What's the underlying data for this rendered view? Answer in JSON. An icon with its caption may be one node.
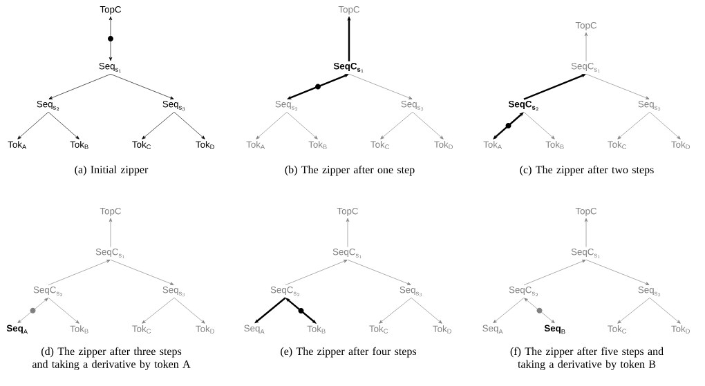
{
  "diagram": {
    "nodes": [
      {
        "text": [
          "\\text{TopC}"
        ]
      },
      {
        "text": [
          "\\text{Seq}_{\\text{s}_1}"
        ]
      },
      {
        "text": [
          "\\text{Seq}_{\\text{s}_2}"
        ]
      },
      {
        "text": [
          "\\text{Seq}_{\\text{s}_3}"
        ]
      },
      {
        "text": [
          "\\text{Tok}_{\\text{A}}"
        ]
      },
      {
        "text": [
          "\\text{Tok}_{\\text{B}}"
        ]
      },
      {
        "text": [
          "\\text{Tok}_{\\text{C}}"
        ]
      },
      {
        "text": [
          "\\text{Tok}_{\\text{D}}"
        ]
      },
      {
        "text": [
          "\\text{TopC}"
        ]
      },
      {
        "text": [
          "\\textbf{SeqC}_{\\textbf{s}_1}"
        ]
      },
      {
        "text": [
          "\\text{Seq}_{\\text{s}_2}"
        ]
      },
      {
        "text": [
          "\\text{Seq}_{\\text{s}_3}"
        ]
      },
      {
        "text": [
          "\\text{Tok}_{\\text{A}}"
        ]
      },
      {
        "text": [
          "\\text{Tok}_{\\text{B}}"
        ]
      },
      {
        "text": [
          "\\text{Tok}_{\\text{C}}"
        ]
      },
      {
        "text": [
          "\\text{Tok}_{\\text{D}}"
        ]
      },
      {
        "text": [
          "\\text{TopC}"
        ]
      },
      {
        "text": [
          "\\text{SeqC}_{\\text{s}_1}"
        ]
      },
      {
        "text": [
          "\\textbf{SeqC}_{\\textbf{s}_2}"
        ]
      },
      {
        "text": [
          "\\text{Seq}_{\\text{s}_3}"
        ]
      },
      {
        "text": [
          "\\text{Tok}_{\\text{A}}"
        ]
      },
      {
        "text": [
          "\\text{Tok}_{\\text{B}}"
        ]
      },
      {
        "text": [
          "\\text{Tok}_{\\text{C}}"
        ]
      },
      {
        "text": [
          "\\text{Tok}_{\\text{D}}"
        ]
      },
      {
        "text": [
          "\\text{TopC}"
        ]
      },
      {
        "text": [
          "\\text{SeqC}_{\\text{s}_1}"
        ]
      },
      {
        "text": [
          "\\text{SeqC}_{\\text{s}_2}"
        ]
      },
      {
        "text": [
          "\\text{Seq}_{\\text{s}_3}"
        ]
      },
      {
        "text": [
          "\\textbf{Seq}_{\\text{A}}"
        ]
      },
      {
        "text": [
          "\\text{Tok}_{\\text{B}}"
        ]
      },
      {
        "text": [
          "\\text{Tok}_{\\text{C}}"
        ]
      },
      {
        "text": [
          "\\text{Tok}_{\\text{D}}"
        ]
      },
      {
        "text": [
          "\\text{TopC}"
        ]
      },
      {
        "text": [
          "\\text{SeqC}_{\\text{s}_1}"
        ]
      },
      {
        "text": [
          "\\text{SeqC}_{\\text{s}_2}"
        ]
      },
      {
        "text": [
          "\\text{Seq}_{\\text{s}_3}"
        ]
      },
      {
        "text": [
          "\\text{Seq}_{\\text{A}}"
        ]
      },
      {
        "text": [
          "\\text{Tok}_{\\text{B}}"
        ]
      },
      {
        "text": [
          "\\text{Tok}_{\\text{C}}"
        ]
      },
      {
        "text": [
          "\\text{Tok}_{\\text{D}}"
        ]
      },
      {
        "text": [
          "\\text{TopC}"
        ]
      },
      {
        "text": [
          "\\text{SeqC}_{\\text{s}_1}"
        ]
      },
      {
        "text": [
          "\\text{SeqC}_{\\text{s}_2}"
        ]
      },
      {
        "text": [
          "\\text{Seq}_{\\text{s}_3}"
        ]
      },
      {
        "text": [
          "\\text{Seq}_{\\text{A}}"
        ]
      },
      {
        "text": [
          "\\textbf{Seq}_{\\text{B}}"
        ]
      },
      {
        "text": [
          "\\text{Tok}_{\\text{C}}"
        ]
      },
      {
        "text": [
          "\\text{Tok}_{\\text{D}}"
        ]
      }
    ],
    "edges": [
      {
        "from": 0,
        "to": 1,
        "arrow": "both",
        "color": "#000000"
      },
      {
        "from": 1,
        "to": 2,
        "arrow": "to",
        "color": "#000000"
      },
      {
        "from": 1,
        "to": 3,
        "arrow": "to",
        "color": "#000000"
      },
      {
        "from": 2,
        "to": 4,
        "arrow": "to",
        "color": "#000000"
      },
      {
        "from": 2,
        "to": 5,
        "arrow": "to",
        "color": "#000000"
      },
      {
        "from": 3,
        "to": 6,
        "arrow": "to",
        "color": "#000000"
      },
      {
        "from": 3,
        "to": 7,
        "arrow": "to",
        "color": "#000000"
      },
      {
        "from": 9,
        "to": 8,
        "arrow": "to",
        "style": "thick",
        "color": "#000000"
      },
      {
        "from": 9,
        "to": 10,
        "arrow": "both",
        "style": "thick",
        "color": "#000000"
      },
      {
        "from": 9,
        "to": 11,
        "arrow": "to"
      },
      {
        "from": 10,
        "to": 12,
        "arrow": "to"
      },
      {
        "from": 10,
        "to": 13,
        "arrow": "to"
      },
      {
        "from": 11,
        "to": 14,
        "arrow": "to"
      },
      {
        "from": 11,
        "to": 15,
        "arrow": "to"
      },
      {
        "from": 17,
        "to": 16,
        "arrow": "to"
      },
      {
        "from": 18,
        "to": 17,
        "arrow": "to",
        "style": "thick",
        "color": "#000000"
      },
      {
        "from": 17,
        "to": 19,
        "arrow": "to"
      },
      {
        "from": 18,
        "to": 20,
        "arrow": "both",
        "style": "thick",
        "color": "#000000"
      },
      {
        "from": 18,
        "to": 21,
        "arrow": "to"
      },
      {
        "from": 19,
        "to": 22,
        "arrow": "to"
      },
      {
        "from": 19,
        "to": 23,
        "arrow": "to"
      },
      {
        "from": 25,
        "to": 24,
        "arrow": "to"
      },
      {
        "from": 26,
        "to": 25,
        "arrow": "to"
      },
      {
        "from": 25,
        "to": 27,
        "arrow": "to"
      },
      {
        "from": 26,
        "to": 28,
        "arrow": "both"
      },
      {
        "from": 26,
        "to": 29,
        "arrow": "to"
      },
      {
        "from": 27,
        "to": 30,
        "arrow": "to"
      },
      {
        "from": 27,
        "to": 31,
        "arrow": "to"
      },
      {
        "from": 33,
        "to": 32,
        "arrow": "to"
      },
      {
        "from": 34,
        "to": 33,
        "arrow": "to"
      },
      {
        "from": 33,
        "to": 35,
        "arrow": "to"
      },
      {
        "from": 34,
        "to": 36,
        "arrow": "to",
        "style": "thick",
        "color": "#000000"
      },
      {
        "from": 34,
        "to": 37,
        "arrow": "both",
        "style": "thick",
        "color": "#000000"
      },
      {
        "from": 35,
        "to": 38,
        "arrow": "to"
      },
      {
        "from": 35,
        "to": 39,
        "arrow": "to"
      },
      {
        "from": 41,
        "to": 40,
        "arrow": "to"
      },
      {
        "from": 42,
        "to": 41,
        "arrow": "to"
      },
      {
        "from": 41,
        "to": 43,
        "arrow": "to"
      },
      {
        "from": 42,
        "to": 44,
        "arrow": "to"
      },
      {
        "from": 42,
        "to": 45,
        "arrow": "both"
      },
      {
        "from": 43,
        "to": 46,
        "arrow": "to"
      },
      {
        "from": 43,
        "to": 47,
        "arrow": "to"
      }
    ],
    "labels": [
      "(a) Initial zipper",
      "(b) The zipper after one step",
      "(c) The zipper after two steps",
      "(d) The zipper after three steps and taking a derivative by token A",
      "(e) The zipper after four steps",
      "(f) The zipper after five steps and taking a derivative by token B"
    ]
  }
}
